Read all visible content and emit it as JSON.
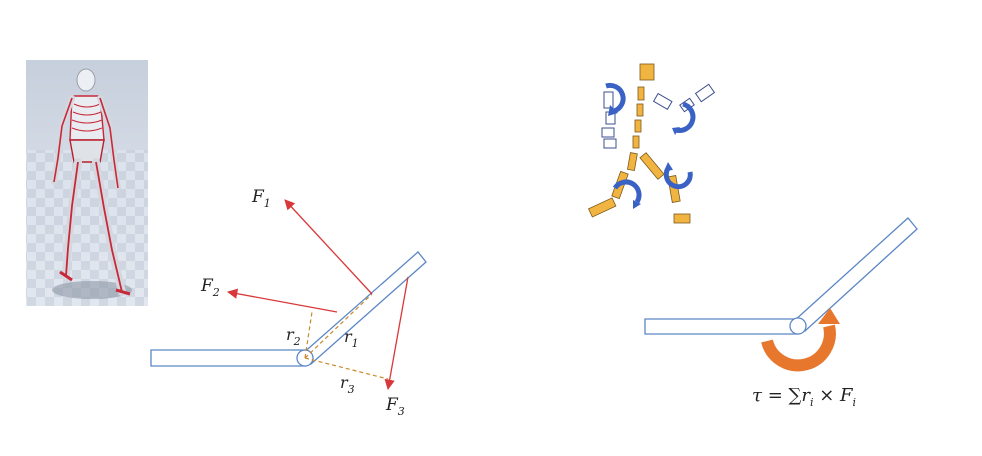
{
  "left_diagram": {
    "forces": [
      {
        "symbol": "F",
        "subscript": "1"
      },
      {
        "symbol": "F",
        "subscript": "2"
      },
      {
        "symbol": "F",
        "subscript": "3"
      }
    ],
    "lever_arms": [
      {
        "symbol": "r",
        "subscript": "1"
      },
      {
        "symbol": "r",
        "subscript": "2"
      },
      {
        "symbol": "r",
        "subscript": "3"
      }
    ]
  },
  "right_diagram": {
    "equation": {
      "tau": "τ",
      "equals": " = ∑",
      "r": "r",
      "r_sub": "i",
      "times": " × ",
      "f": "F",
      "f_sub": "i"
    }
  },
  "colors": {
    "force_arrow": "#d9383a",
    "lever_dash": "#c98a2a",
    "segment_outline": "#5b87c5",
    "torque_arrow": "#e8772e",
    "rig_bone": "#f2b441",
    "rig_actuator": "#3a62c4"
  }
}
